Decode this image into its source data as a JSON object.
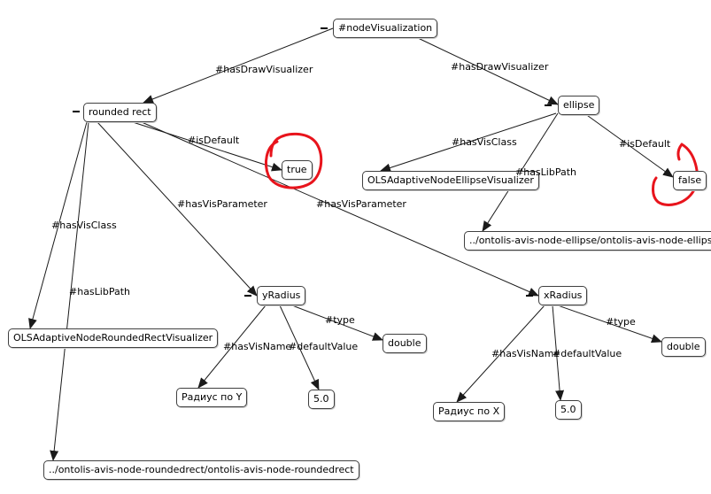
{
  "colors": {
    "edge": "#1a1a1a",
    "node_border": "#404040",
    "highlight_circle": "#e8141c"
  },
  "nodes": {
    "nodeVisualization": "#nodeVisualization",
    "rounded_rect": "rounded rect",
    "ellipse": "ellipse",
    "true_val": "true",
    "false_val": "false",
    "ellipse_visualizer": "OLSAdaptiveNodeEllipseVisualizer",
    "ellipse_libpath": "../ontolis-avis-node-ellipse/ontolis-avis-node-ellipse",
    "yradius": "yRadius",
    "xradius": "xRadius",
    "rounded_visualizer": "OLSAdaptiveNodeRoundedRectVisualizer",
    "double_y": "double",
    "double_x": "double",
    "radius_y_name": "Радиус по Y",
    "radius_x_name": "Радиус по X",
    "default_y": "5.0",
    "default_x": "5.0",
    "rounded_libpath": "../ontolis-avis-node-roundedrect/ontolis-avis-node-roundedrect"
  },
  "edges": {
    "draw_left": "#hasDrawVisualizer",
    "draw_right": "#hasDrawVisualizer",
    "isdefault_left": "#isDefault",
    "isdefault_right": "#isDefault",
    "visclass_ellipse": "#hasVisClass",
    "libpath_ellipse": "#hasLibPath",
    "visclass_rounded": "#hasVisClass",
    "libpath_rounded": "#hasLibPath",
    "visparam_y": "#hasVisParameter",
    "visparam_x": "#hasVisParameter",
    "type_y": "#type",
    "visname_y": "#hasVisName",
    "default_y": "#defaultValue",
    "type_x": "#type",
    "visname_x": "#hasVisName",
    "default_x": "#defaultValue"
  }
}
